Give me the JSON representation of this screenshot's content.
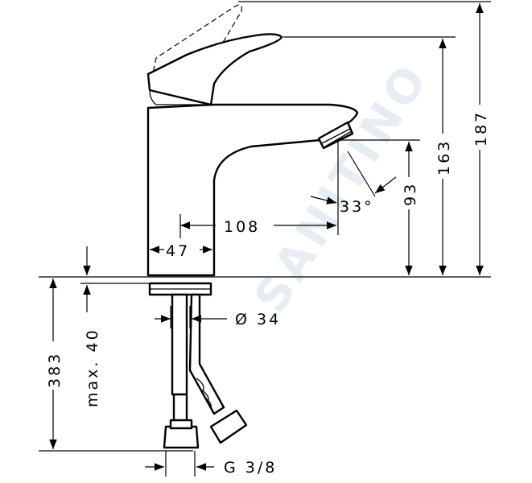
{
  "dimensions": {
    "overall_height": "187",
    "lever_height": "163",
    "spout_height": "93",
    "spout_angle": "33°",
    "spout_reach": "108",
    "body_width": "47",
    "thread_length": "383",
    "max_deck_thickness": "max. 40",
    "shank_diameter": "Ø 34",
    "connection_thread": "G 3/8"
  },
  "watermark": "SANITINO",
  "colors": {
    "line": "#000000",
    "background": "#ffffff",
    "watermark": "#e6eef3"
  }
}
